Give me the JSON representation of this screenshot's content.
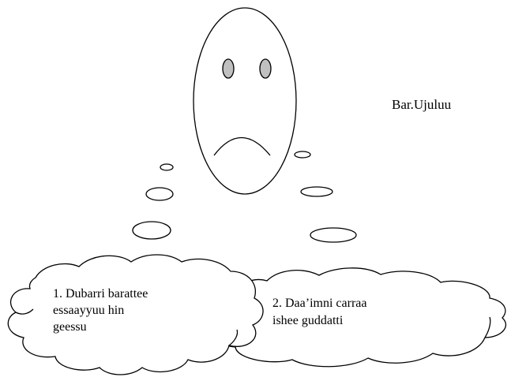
{
  "title_label": "Bar.Ujuluu",
  "cloud_left": {
    "lines": [
      "1. Dubarri barattee",
      "essaayyuu hin",
      "geessu"
    ]
  },
  "cloud_right": {
    "lines": [
      "2. Daa’imni carraa",
      "ishee guddatti"
    ]
  },
  "colors": {
    "stroke": "#000000",
    "eye_fill": "#c0c0c0",
    "background": "#ffffff"
  }
}
